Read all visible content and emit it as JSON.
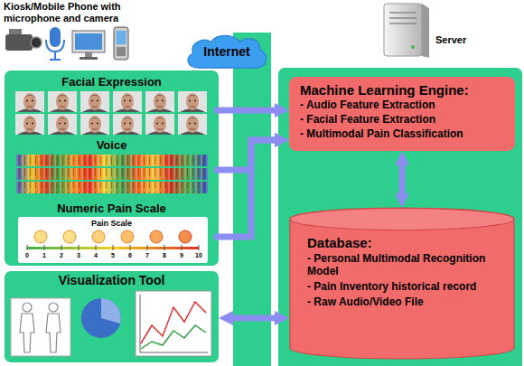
{
  "diagram": {
    "nodes": [
      {
        "text": [
          "Facial Expression"
        ]
      },
      {
        "text": [
          "Voice"
        ]
      },
      {
        "text": [
          "Numeric Pain Scale",
          "Pain Scale"
        ]
      },
      {
        "text": [
          "Visualization Tool"
        ]
      },
      {
        "text": [
          "Internet"
        ]
      },
      {
        "text": [
          "Machine Learning Engine:",
          "- Audio Feature Extraction",
          "- Facial Feature Extraction",
          "- Multimodal Pain Classification"
        ]
      },
      {
        "text": [
          "Database:",
          "- Personal Multimodal Recognition Model",
          "- Pain Inventory historical record",
          "- Raw Audio/Video File"
        ]
      }
    ],
    "edges": [
      {
        "from": 0,
        "to": 5,
        "arrow": "to"
      },
      {
        "from": 1,
        "to": 5,
        "arrow": "to"
      },
      {
        "from": 2,
        "to": 5,
        "arrow": "to"
      },
      {
        "from": 5,
        "to": 6,
        "arrow": "both"
      },
      {
        "from": 3,
        "to": 6,
        "arrow": "both"
      }
    ],
    "labels": [
      "Kiosk/Mobile Phone with microphone and camera",
      "Server",
      "0",
      "1",
      "2",
      "3",
      "4",
      "5",
      "6",
      "7",
      "8",
      "9",
      "10"
    ]
  }
}
